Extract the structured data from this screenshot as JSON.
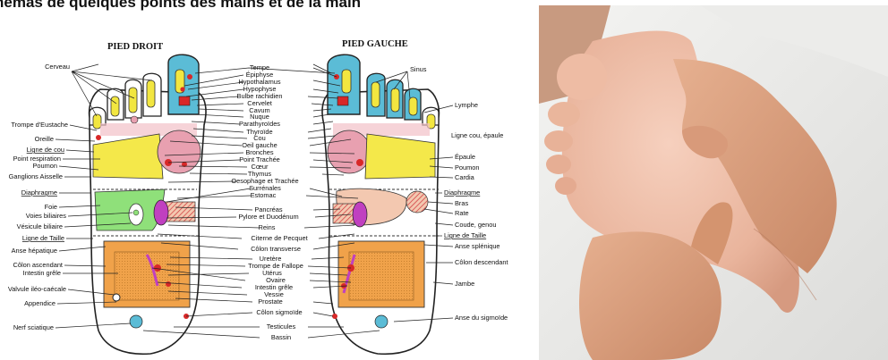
{
  "header": {
    "text": "hémas de quelques points des mains et de la main"
  },
  "titles": {
    "right_foot": "PIED DROIT",
    "left_foot": "PIED GAUCHE"
  },
  "left_labels": {
    "cerveau": "Cerveau",
    "trompe_eustache": "Trompe d'Eustache",
    "oreille": "Oreille",
    "ligne_cou": "Ligne de cou",
    "point_respiration": "Point respiration",
    "poumon": "Poumon",
    "ganglions": "Ganglions Aisselle",
    "diaphragme": "Diaphragme",
    "foie": "Foie",
    "voies_biliaires": "Voies biliaires",
    "vesicule": "Vésicule biliaire",
    "ligne_taille": "Ligne de Taille",
    "anse_hepatique": "Anse hépatique",
    "colon_ascendant": "Côlon ascendant",
    "intestin_grele": "Intestin grêle",
    "valvule": "Valvule iléo-caécale",
    "appendice": "Appendice",
    "nerf_sciatique": "Nerf sciatique"
  },
  "center_labels": {
    "tempe": "Tempe",
    "epiphyse": "Épiphyse",
    "hypothalamus": "Hypothalamus",
    "hypophyse": "Hypophyse",
    "bulbe": "Bulbe rachidien",
    "cervelet": "Cervelet",
    "cavum": "Cavum",
    "nuque": "Nuque",
    "parathyroides": "Parathyroïdes",
    "thyroide": "Thyroïde",
    "cou": "Cou",
    "oeil_gauche": "Oeil gauche",
    "bronches": "Bronches",
    "point_trachee": "Point Trachée",
    "coeur": "Cœur",
    "thymus": "Thymus",
    "oesophage": "Oesophage et Trachée",
    "surrenales": "Surrénales",
    "estomac": "Estomac",
    "pancreas": "Pancréas",
    "pylore": "Pylore et Duodénum",
    "reins": "Reins",
    "citerne": "Citerne de Pecquet",
    "colon_transverse": "Côlon transverse",
    "uretere": "Uretère",
    "trompe_fallope": "Trompe de Fallope",
    "uterus": "Utérus",
    "ovaire": "Ovaire",
    "intestin_grele": "Intestin grêle",
    "vessie": "Vessie",
    "prostate": "Prostate",
    "colon_sigmoide": "Côlon sigmoïde",
    "testicules": "Testicules",
    "bassin": "Bassin"
  },
  "right_labels": {
    "sinus": "Sinus",
    "lymphe": "Lymphe",
    "ligne_cou_epaule": "Ligne cou, épaule",
    "epaule": "Épaule",
    "poumon": "Poumon",
    "cardia": "Cardia",
    "diaphragme": "Diaphragme",
    "bras": "Bras",
    "rate": "Rate",
    "coude": "Coude, genou",
    "ligne_taille": "Ligne de Taille",
    "anse_splenique": "Anse splénique",
    "colon_descendant": "Côlon descendant",
    "jambe": "Jambe",
    "anse_sigmoide": "Anse du sigmoïde"
  },
  "colors": {
    "toe_blue": "#5bbcd6",
    "toe_yellow": "#f2e640",
    "lung_yellow": "#f4e84a",
    "heart_pink": "#e8a0b0",
    "liver_green": "#8fe07a",
    "colon_orange": "#f0a24a",
    "intestine_brown": "#c68a3a",
    "kidney_purple": "#c040c0",
    "red_dot": "#d82828",
    "skin": "#e8b89c"
  },
  "photo": {
    "subject": "hands-massaging-foot-sole"
  }
}
